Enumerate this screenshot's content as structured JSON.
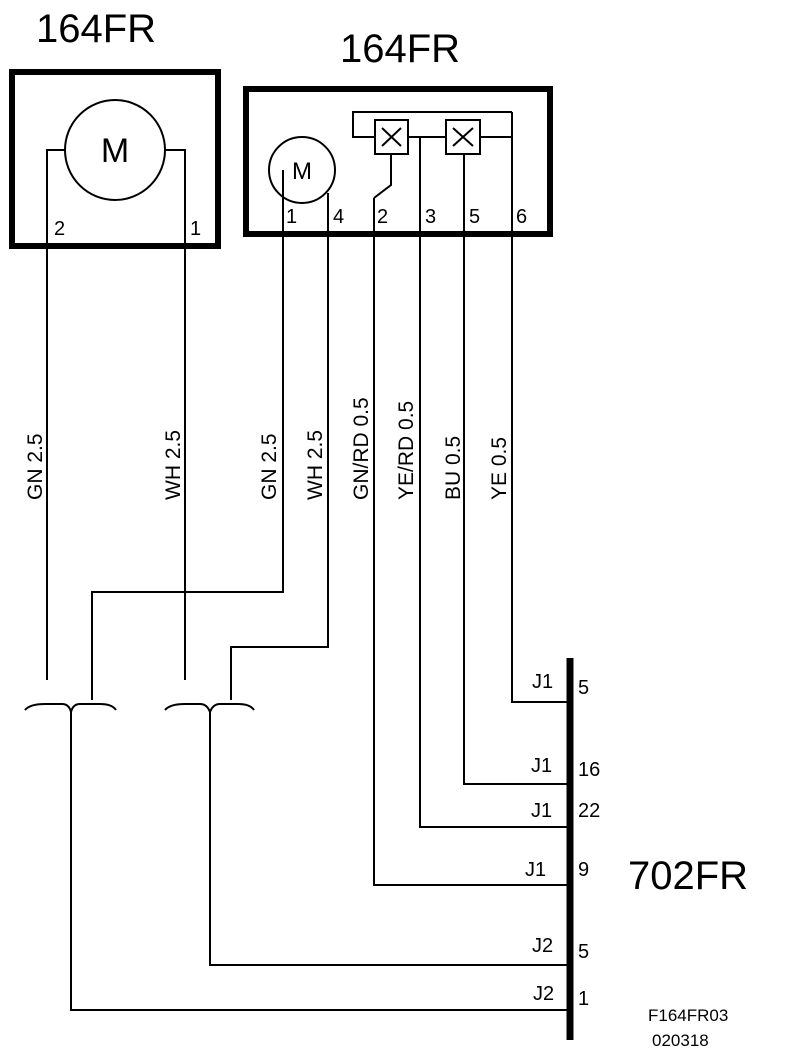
{
  "component_left": {
    "title": "164FR",
    "motor_label": "M",
    "pins": [
      "2",
      "1"
    ]
  },
  "component_right": {
    "title": "164FR",
    "motor_label": "M",
    "pins": [
      "1",
      "4",
      "2",
      "3",
      "5",
      "6"
    ]
  },
  "wires": {
    "w1": "GN  2.5",
    "w2": "WH  2.5",
    "w3": "GN  2.5",
    "w4": "WH  2.5",
    "w5": "GN/RD  0.5",
    "w6": "YE/RD  0.5",
    "w7": "BU  0.5",
    "w8": "YE  0.5"
  },
  "bus": {
    "title": "702FR",
    "connections": [
      {
        "connector": "J1",
        "pin": "5"
      },
      {
        "connector": "J1",
        "pin": "16"
      },
      {
        "connector": "J1",
        "pin": "22"
      },
      {
        "connector": "J1",
        "pin": "9"
      },
      {
        "connector": "J2",
        "pin": "5"
      },
      {
        "connector": "J2",
        "pin": "1"
      }
    ]
  },
  "footer": {
    "figure_id": "F164FR03",
    "date": "020318"
  }
}
